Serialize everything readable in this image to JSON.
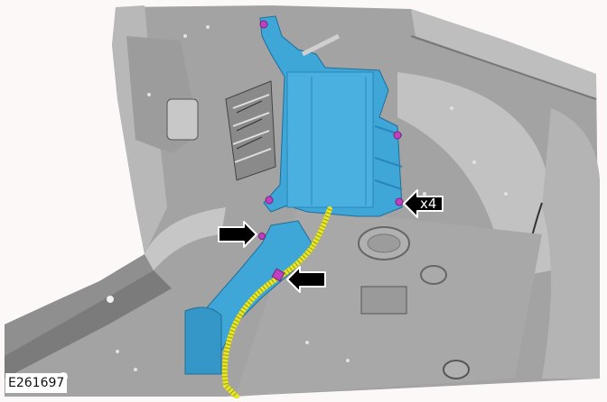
{
  "illustration": {
    "reference_id": "E261697",
    "subject": "body-in-white interior panel with control module and wiring harness",
    "callouts": [
      {
        "id": "callout-module-fasteners",
        "label": "x4",
        "points_to": "module bracket fasteners"
      },
      {
        "id": "callout-clip-upper",
        "label": "",
        "points_to": "harness bracket fastener"
      },
      {
        "id": "callout-clip-lower",
        "label": "",
        "points_to": "harness clip"
      }
    ],
    "colors": {
      "background": "#fdf8f8",
      "body_panel": "#9a9a9a",
      "body_panel_light": "#bdbdbd",
      "body_panel_dark": "#6e6e6e",
      "module": "#3fa6d8",
      "module_dark": "#2a86b8",
      "harness": "#e6e62a",
      "fastener": "#c040c0",
      "callout_arrow": "#000000",
      "callout_outline": "#ffffff"
    }
  }
}
